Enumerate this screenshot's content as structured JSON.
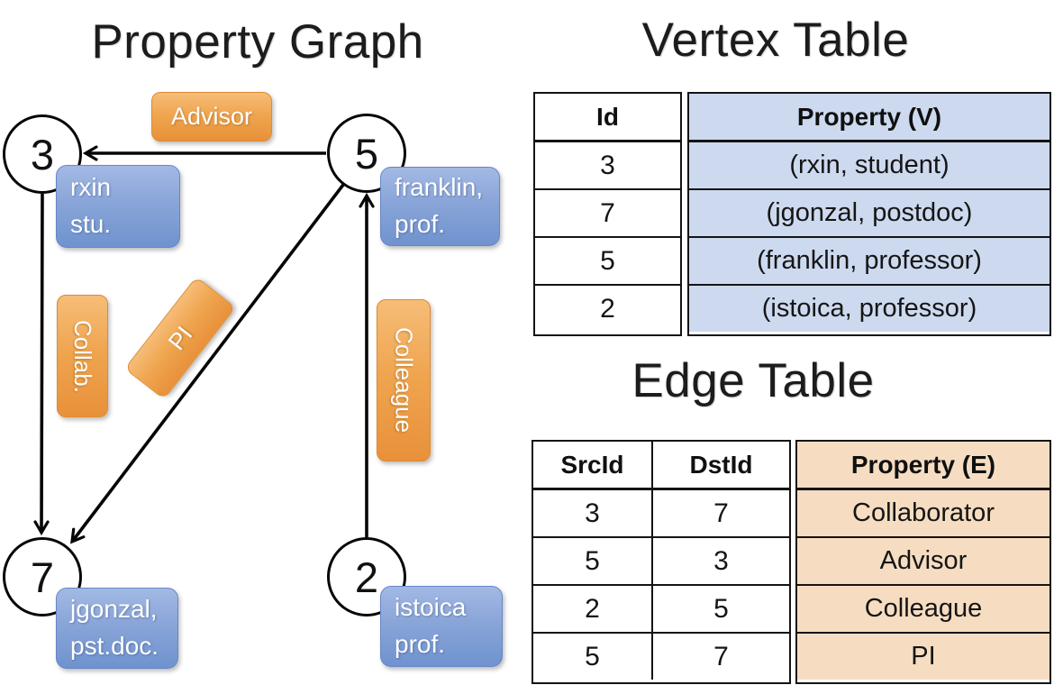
{
  "graph": {
    "title": "Property Graph",
    "nodes": [
      {
        "id": "3",
        "label_lines": [
          "rxin",
          "stu."
        ]
      },
      {
        "id": "5",
        "label_lines": [
          "franklin,",
          "prof."
        ]
      },
      {
        "id": "7",
        "label_lines": [
          "jgonzal,",
          "pst.doc."
        ]
      },
      {
        "id": "2",
        "label_lines": [
          "istoica",
          "prof."
        ]
      }
    ],
    "edges": [
      {
        "from": "5",
        "to": "3",
        "label": "Advisor"
      },
      {
        "from": "3",
        "to": "7",
        "label": "Collab."
      },
      {
        "from": "5",
        "to": "7",
        "label": "PI"
      },
      {
        "from": "2",
        "to": "5",
        "label": "Colleague"
      }
    ]
  },
  "vertex_table": {
    "title": "Vertex Table",
    "columns": [
      "Id",
      "Property (V)"
    ],
    "rows": [
      [
        "3",
        "(rxin, student)"
      ],
      [
        "7",
        "(jgonzal, postdoc)"
      ],
      [
        "5",
        "(franklin, professor)"
      ],
      [
        "2",
        "(istoica, professor)"
      ]
    ]
  },
  "edge_table": {
    "title": "Edge Table",
    "columns": [
      "SrcId",
      "DstId",
      "Property (E)"
    ],
    "rows": [
      [
        "3",
        "7",
        "Collaborator"
      ],
      [
        "5",
        "3",
        "Advisor"
      ],
      [
        "2",
        "5",
        "Colleague"
      ],
      [
        "5",
        "7",
        "PI"
      ]
    ]
  },
  "colors": {
    "vertex_property_cell": "#cdd9ef",
    "edge_property_cell": "#f6ddc1",
    "edge_label_orange": "#efa44e",
    "vertex_label_blue": "#7f9dd4",
    "edge_line": "#000000"
  }
}
